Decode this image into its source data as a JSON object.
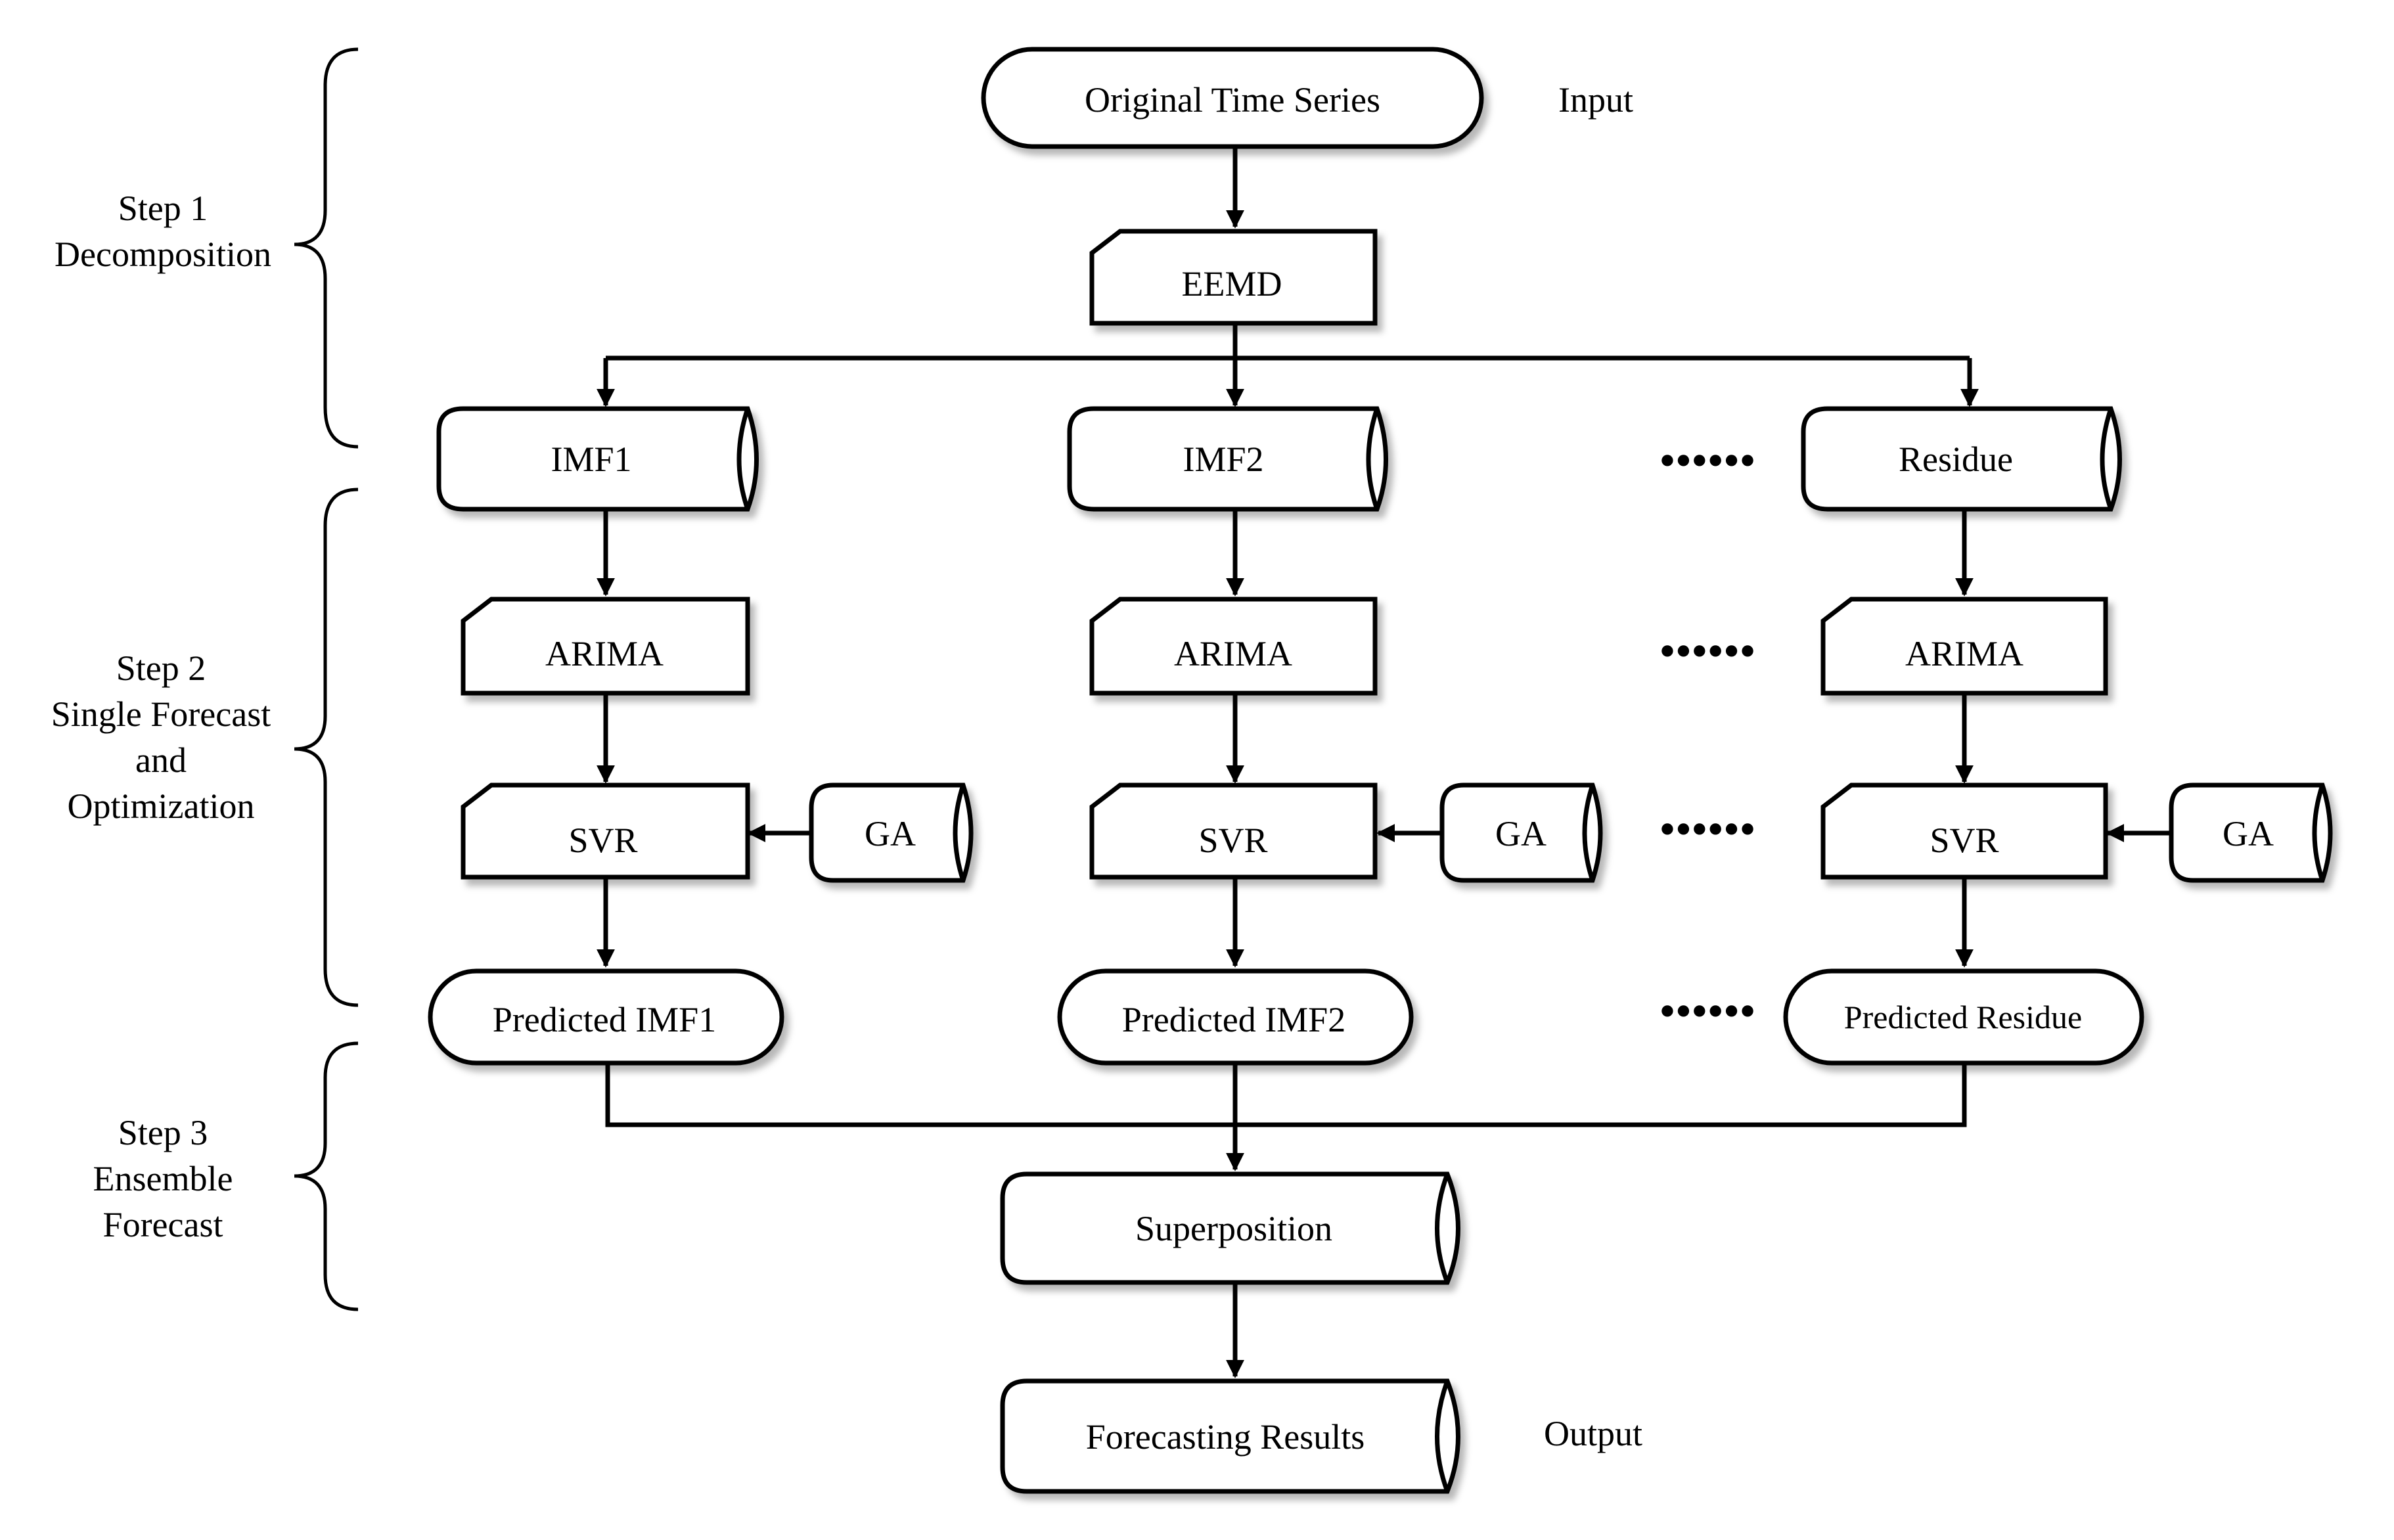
{
  "nodes": {
    "original_time_series": "Original Time Series",
    "eemd": "EEMD",
    "imf1": "IMF1",
    "imf2": "IMF2",
    "residue": "Residue",
    "arima_1": "ARIMA",
    "arima_2": "ARIMA",
    "arima_3": "ARIMA",
    "svr_1": "SVR",
    "svr_2": "SVR",
    "svr_3": "SVR",
    "ga_1": "GA",
    "ga_2": "GA",
    "ga_3": "GA",
    "predicted_imf1": "Predicted IMF1",
    "predicted_imf2": "Predicted IMF2",
    "predicted_residue": "Predicted Residue",
    "superposition": "Superposition",
    "forecasting_results": "Forecasting Results"
  },
  "annotations": {
    "input": "Input",
    "output": "Output",
    "ellipsis": "••••••"
  },
  "steps": [
    {
      "lines": [
        "Step 1",
        "Decomposition"
      ]
    },
    {
      "lines": [
        "Step 2",
        "Single Forecast",
        "and",
        "Optimization"
      ]
    },
    {
      "lines": [
        "Step 3",
        "Ensemble",
        "Forecast"
      ]
    }
  ]
}
